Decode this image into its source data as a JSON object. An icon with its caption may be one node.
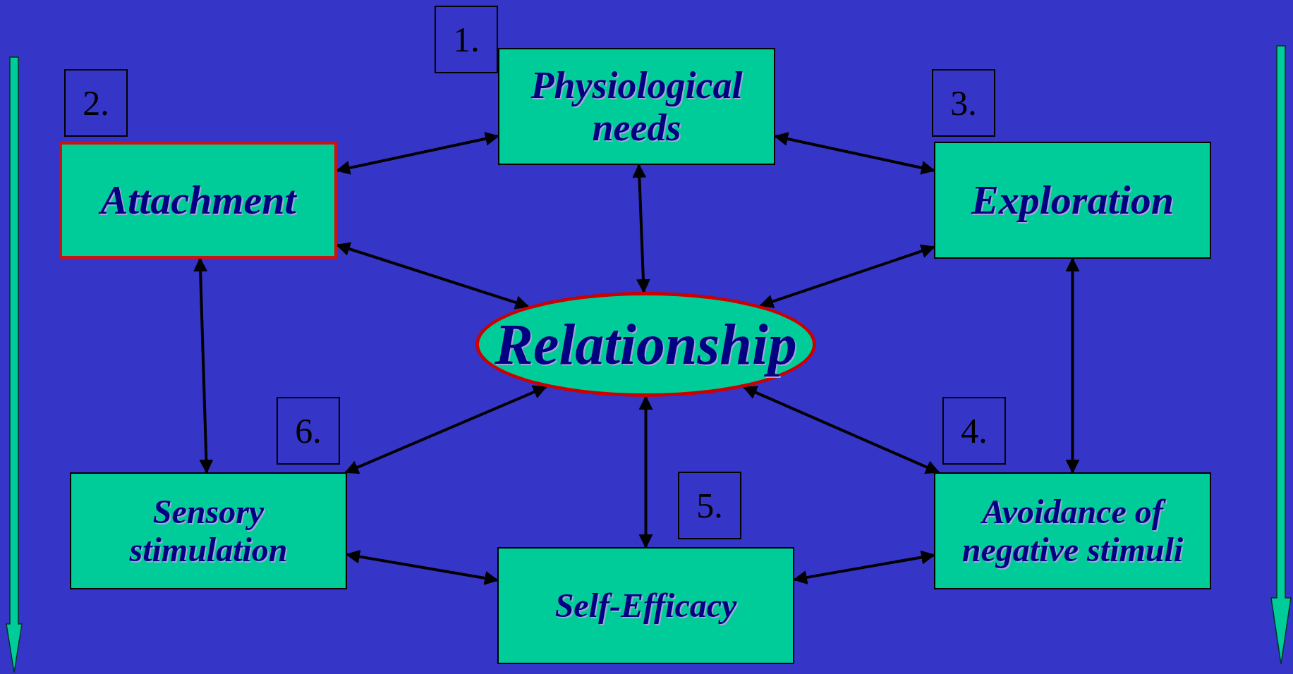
{
  "diagram": {
    "nodes": [
      {
        "text": [
          "1."
        ]
      },
      {
        "text": [
          "Physiological needs"
        ]
      },
      {
        "text": [
          "2."
        ]
      },
      {
        "text": [
          "Attachment"
        ]
      },
      {
        "text": [
          "3."
        ]
      },
      {
        "text": [
          "Exploration"
        ]
      },
      {
        "text": [
          "Relationship"
        ]
      },
      {
        "text": [
          "6."
        ]
      },
      {
        "text": [
          "4."
        ]
      },
      {
        "text": [
          "5."
        ]
      },
      {
        "text": [
          "Sensory stimulation"
        ]
      },
      {
        "text": [
          "Avoidance of negative stimuli"
        ]
      },
      {
        "text": [
          "Self-Efficacy"
        ]
      }
    ],
    "edges": [
      {
        "from": 3,
        "to": 1,
        "arrow": "both"
      },
      {
        "from": 1,
        "to": 5,
        "arrow": "both"
      },
      {
        "from": 1,
        "to": 6,
        "arrow": "both"
      },
      {
        "from": 3,
        "to": 6,
        "arrow": "both"
      },
      {
        "from": 5,
        "to": 6,
        "arrow": "both"
      },
      {
        "from": 3,
        "to": 10,
        "arrow": "both"
      },
      {
        "from": 5,
        "to": 11,
        "arrow": "both"
      },
      {
        "from": 6,
        "to": 10,
        "arrow": "both"
      },
      {
        "from": 6,
        "to": 11,
        "arrow": "both"
      },
      {
        "from": 6,
        "to": 12,
        "arrow": "both"
      },
      {
        "from": 10,
        "to": 12,
        "arrow": "both"
      },
      {
        "from": 12,
        "to": 11,
        "arrow": "both"
      }
    ]
  }
}
